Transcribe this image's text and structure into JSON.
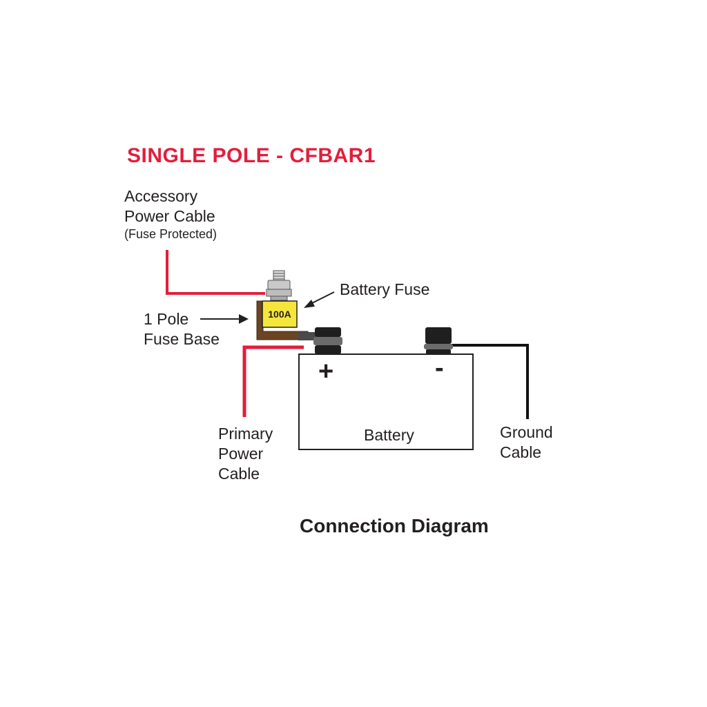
{
  "diagram": {
    "title": "SINGLE POLE - CFBAR1",
    "caption": "Connection Diagram",
    "labels": {
      "accessory_cable": [
        "Accessory",
        "Power Cable"
      ],
      "accessory_note": "(Fuse Protected)",
      "battery_fuse": "Battery Fuse",
      "fuse_base": [
        "1 Pole",
        "Fuse Base"
      ],
      "fuse_rating": "100A",
      "primary_cable": [
        "Primary",
        "Power",
        "Cable"
      ],
      "battery": "Battery",
      "ground_cable": [
        "Ground",
        "Cable"
      ],
      "positive_terminal": "+",
      "negative_terminal": "-"
    },
    "colors": {
      "title": "#e31e3c",
      "power_cable": "#e31e3c",
      "ground_cable": "#111111",
      "fuse": "#f5e63c",
      "fuse_base": "#6b4423",
      "terminal": "#1f1f1f",
      "text": "#231f20"
    },
    "icons": {
      "positive_terminal": "positive-terminal-icon",
      "negative_terminal": "negative-terminal-icon",
      "fuse_stud": "bolt-icon"
    }
  }
}
